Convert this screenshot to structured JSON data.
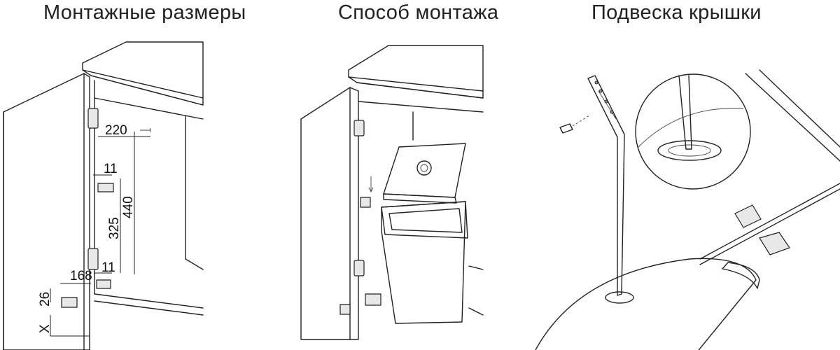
{
  "titles": {
    "mounting_dimensions": "Монтажные размеры",
    "mounting_method": "Способ монтажа",
    "lid_suspension": "Подвеска крышки"
  },
  "dimensions": {
    "d220": "220",
    "d11_top": "11",
    "d440": "440",
    "d325": "325",
    "d168": "168",
    "d11_bottom": "11",
    "d26": "26",
    "dx": "X"
  }
}
